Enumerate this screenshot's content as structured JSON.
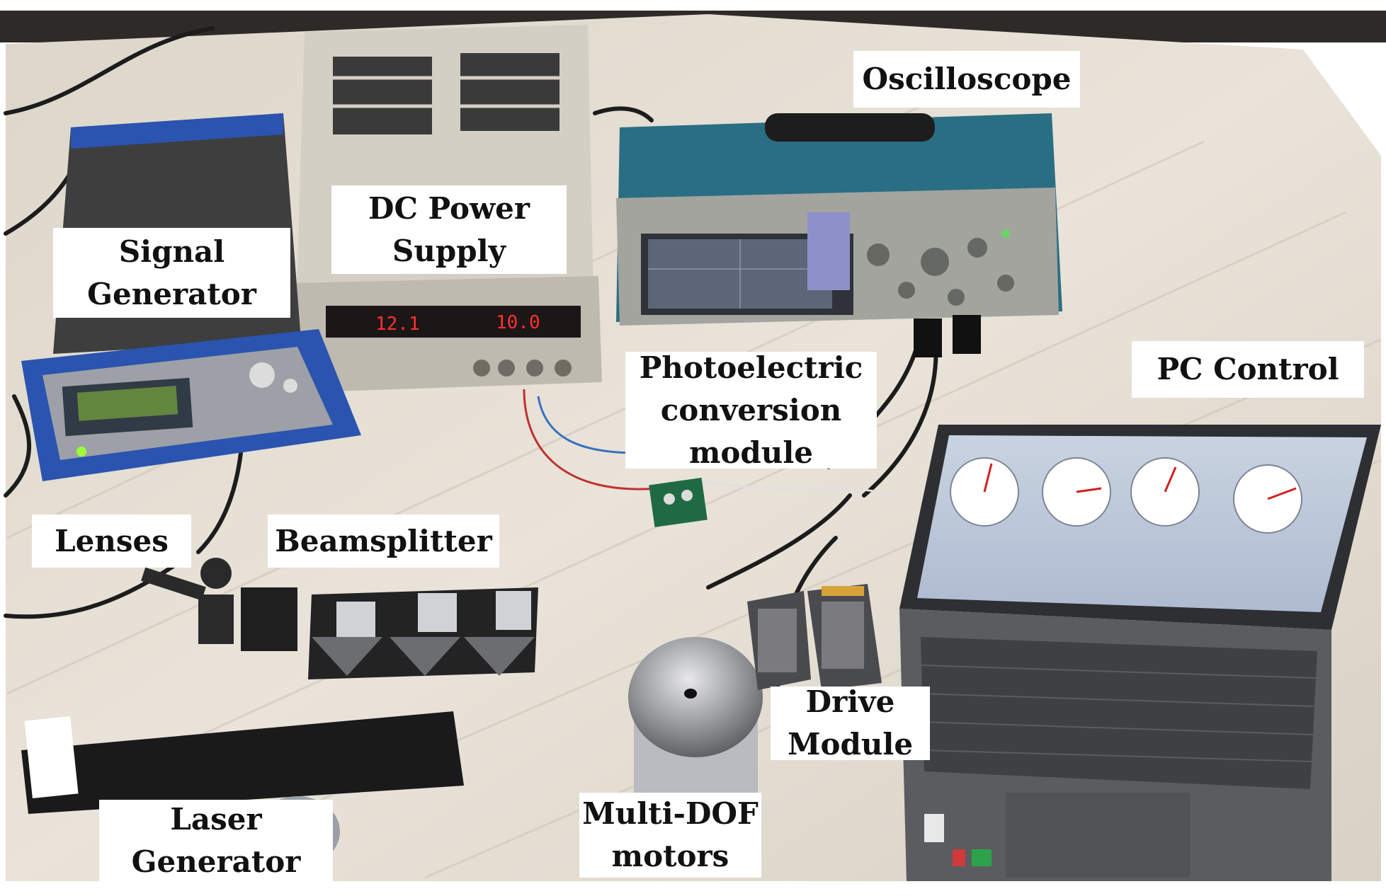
{
  "labels": {
    "oscilloscope": "Oscilloscope",
    "dc_power_supply": [
      "DC Power",
      "Supply"
    ],
    "signal_generator": [
      "Signal",
      "Generator"
    ],
    "pc_control": "PC Control",
    "photoelectric_module": [
      "Photoelectric",
      "conversion",
      "module"
    ],
    "lenses": "Lenses",
    "beamsplitter": "Beamsplitter",
    "drive_module": [
      "Drive",
      "Module"
    ],
    "laser_generator": [
      "Laser",
      "Generator"
    ],
    "multi_dof_motors": [
      "Multi-DOF",
      "motors"
    ]
  },
  "readouts": {
    "dc_voltage": "12.1",
    "dc_current": "10.0"
  },
  "colors": {
    "table": "#e6e0d6",
    "signal_generator_body": "#2a54b0",
    "oscilloscope_body": "#9a9b95",
    "oscilloscope_top": "#2a6e84",
    "psu_body": "#d3cfc4",
    "laptop_body": "#5a5c60",
    "led_red": "#ff3030"
  }
}
